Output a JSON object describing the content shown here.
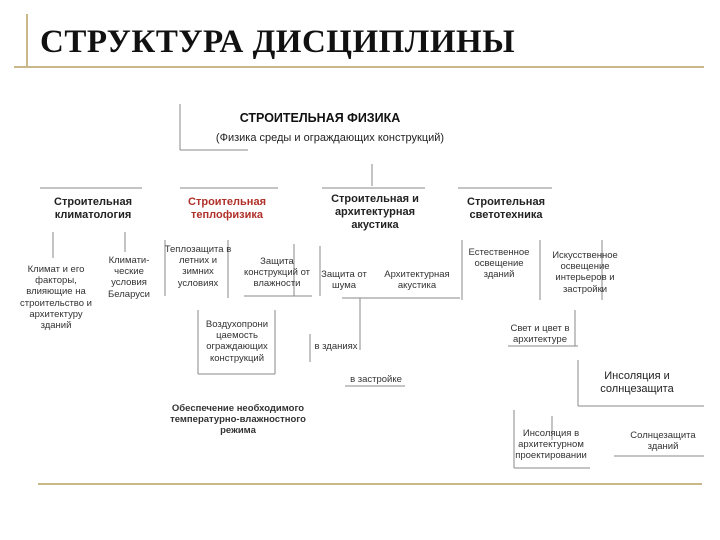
{
  "title": "СТРУКТУРА ДИСЦИПЛИНЫ",
  "root": {
    "title": "СТРОИТЕЛЬНАЯ ФИЗИКА",
    "subtitle": "(Физика среды и ограждающих конструкций)"
  },
  "branches": {
    "climatology": {
      "label": "Строительная климатология",
      "children": [
        "Климат и его факторы, влияющие на строительство и архитектуру зданий",
        "Климати-ческие условия Беларуси"
      ]
    },
    "thermophysics": {
      "label": "Строительная теплофизика",
      "children": [
        "Теплозащита в летних и зимних условиях",
        "Защита конструкций от влажности",
        "Воздухопрони цаемость ограждающих конструкций",
        "Обеспечение необходимого температурно-влажностного режима"
      ]
    },
    "acoustics": {
      "label": "Строительная и архитектурная акустика",
      "children": [
        "Защита от шума",
        "Архитектурная акустика",
        "в зданиях",
        "в застройке"
      ]
    },
    "lighting": {
      "label": "Строительная светотехника",
      "children": [
        "Естественное освещение зданий",
        "Искусственное освещение интерьеров и застройки",
        "Свет и цвет в архитектуре",
        "Инсоляция и солнцезащита",
        "Инсоляция в архитектурном проектировании",
        "Солнцезащита зданий"
      ]
    }
  },
  "colors": {
    "accent": "#b0302a",
    "frame": "#c9b98a",
    "line": "#888888"
  }
}
